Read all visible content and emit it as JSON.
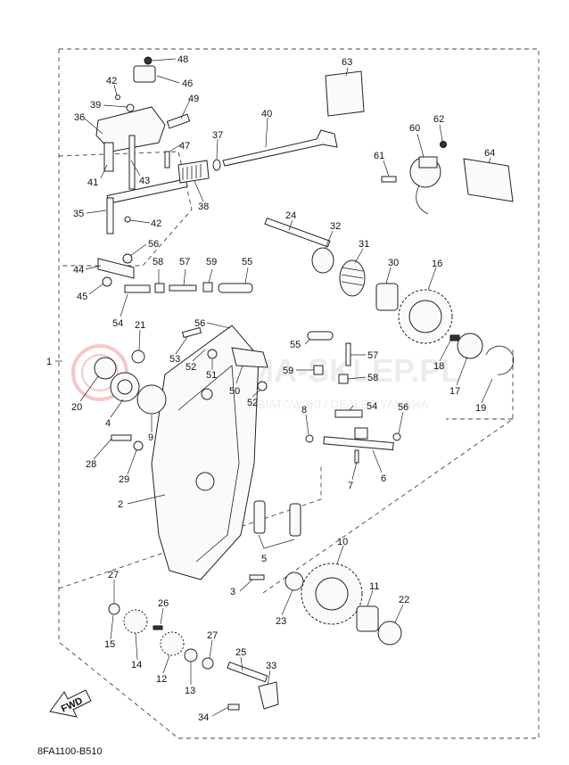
{
  "diagram": {
    "code": "8FA1100-B510",
    "fwd_label": "FWD",
    "watermark_main": "CAMA-SKLEP.PL",
    "watermark_sub": "TRZEBIATOWSKI / DEALER YAMAHA",
    "callouts": [
      {
        "id": "1",
        "text": "1"
      },
      {
        "id": "2",
        "text": "2"
      },
      {
        "id": "3",
        "text": "3"
      },
      {
        "id": "4",
        "text": "4"
      },
      {
        "id": "5",
        "text": "5"
      },
      {
        "id": "6",
        "text": "6"
      },
      {
        "id": "7",
        "text": "7"
      },
      {
        "id": "8",
        "text": "8"
      },
      {
        "id": "9",
        "text": "9"
      },
      {
        "id": "10",
        "text": "10"
      },
      {
        "id": "11",
        "text": "11"
      },
      {
        "id": "12",
        "text": "12"
      },
      {
        "id": "13",
        "text": "13"
      },
      {
        "id": "14",
        "text": "14"
      },
      {
        "id": "15",
        "text": "15"
      },
      {
        "id": "16",
        "text": "16"
      },
      {
        "id": "17",
        "text": "17"
      },
      {
        "id": "18",
        "text": "18"
      },
      {
        "id": "19",
        "text": "19"
      },
      {
        "id": "20",
        "text": "20"
      },
      {
        "id": "21",
        "text": "21"
      },
      {
        "id": "22",
        "text": "22"
      },
      {
        "id": "23",
        "text": "23"
      },
      {
        "id": "24",
        "text": "24"
      },
      {
        "id": "25",
        "text": "25"
      },
      {
        "id": "26",
        "text": "26"
      },
      {
        "id": "27a",
        "text": "27"
      },
      {
        "id": "27b",
        "text": "27"
      },
      {
        "id": "28",
        "text": "28"
      },
      {
        "id": "29",
        "text": "29"
      },
      {
        "id": "30",
        "text": "30"
      },
      {
        "id": "31",
        "text": "31"
      },
      {
        "id": "32",
        "text": "32"
      },
      {
        "id": "33",
        "text": "33"
      },
      {
        "id": "34",
        "text": "34"
      },
      {
        "id": "35",
        "text": "35"
      },
      {
        "id": "36",
        "text": "36"
      },
      {
        "id": "37",
        "text": "37"
      },
      {
        "id": "38",
        "text": "38"
      },
      {
        "id": "39",
        "text": "39"
      },
      {
        "id": "40",
        "text": "40"
      },
      {
        "id": "41",
        "text": "41"
      },
      {
        "id": "42a",
        "text": "42"
      },
      {
        "id": "42b",
        "text": "42"
      },
      {
        "id": "43",
        "text": "43"
      },
      {
        "id": "44",
        "text": "44"
      },
      {
        "id": "45",
        "text": "45"
      },
      {
        "id": "46",
        "text": "46"
      },
      {
        "id": "47",
        "text": "47"
      },
      {
        "id": "48",
        "text": "48"
      },
      {
        "id": "49",
        "text": "49"
      },
      {
        "id": "50",
        "text": "50"
      },
      {
        "id": "51",
        "text": "51"
      },
      {
        "id": "52a",
        "text": "52"
      },
      {
        "id": "52b",
        "text": "52"
      },
      {
        "id": "53",
        "text": "53"
      },
      {
        "id": "54a",
        "text": "54"
      },
      {
        "id": "54b",
        "text": "54"
      },
      {
        "id": "55a",
        "text": "55"
      },
      {
        "id": "55b",
        "text": "55"
      },
      {
        "id": "56a",
        "text": "56"
      },
      {
        "id": "56b",
        "text": "56"
      },
      {
        "id": "56c",
        "text": "56"
      },
      {
        "id": "57a",
        "text": "57"
      },
      {
        "id": "57b",
        "text": "57"
      },
      {
        "id": "58a",
        "text": "58"
      },
      {
        "id": "58b",
        "text": "58"
      },
      {
        "id": "59a",
        "text": "59"
      },
      {
        "id": "59b",
        "text": "59"
      },
      {
        "id": "60",
        "text": "60"
      },
      {
        "id": "61",
        "text": "61"
      },
      {
        "id": "62",
        "text": "62"
      },
      {
        "id": "63",
        "text": "63"
      },
      {
        "id": "64",
        "text": "64"
      }
    ]
  }
}
